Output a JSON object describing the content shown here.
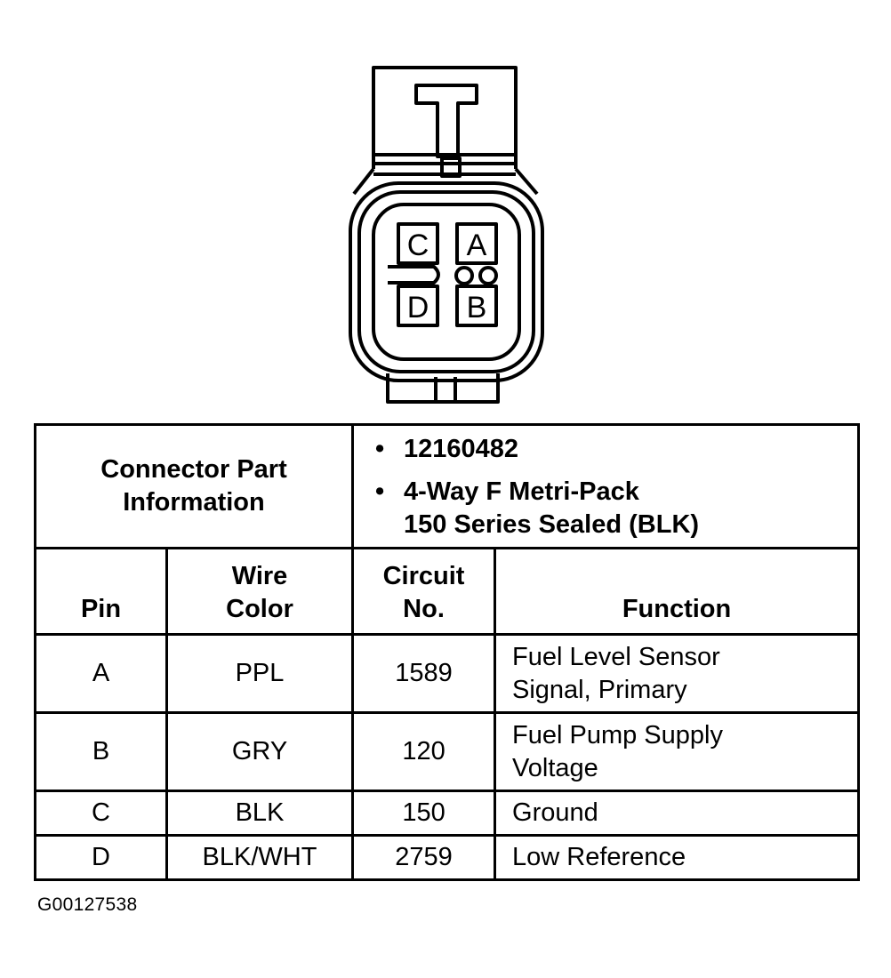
{
  "connector": {
    "cavities": {
      "top_left": "C",
      "top_right": "A",
      "bottom_left": "D",
      "bottom_right": "B"
    }
  },
  "table": {
    "part_info_label_line1": "Connector Part",
    "part_info_label_line2": "Information",
    "part_info": [
      {
        "bullet": "•",
        "lines": [
          "12160482"
        ]
      },
      {
        "bullet": "•",
        "lines": [
          "4-Way F Metri-Pack",
          "150 Series Sealed (BLK)"
        ]
      }
    ],
    "columns": {
      "pin": [
        "Pin"
      ],
      "wire_color": [
        "Wire",
        "Color"
      ],
      "circuit_no": [
        "Circuit",
        "No."
      ],
      "function": [
        "Function"
      ]
    },
    "rows": [
      {
        "pin": "A",
        "wire_color": "PPL",
        "circuit_no": "1589",
        "function": [
          "Fuel Level Sensor",
          "Signal, Primary"
        ]
      },
      {
        "pin": "B",
        "wire_color": "GRY",
        "circuit_no": "120",
        "function": [
          "Fuel Pump Supply",
          "Voltage"
        ]
      },
      {
        "pin": "C",
        "wire_color": "BLK",
        "circuit_no": "150",
        "function": [
          "Ground"
        ]
      },
      {
        "pin": "D",
        "wire_color": "BLK/WHT",
        "circuit_no": "2759",
        "function": [
          "Low Reference"
        ]
      }
    ]
  },
  "figure_id": "G00127538"
}
